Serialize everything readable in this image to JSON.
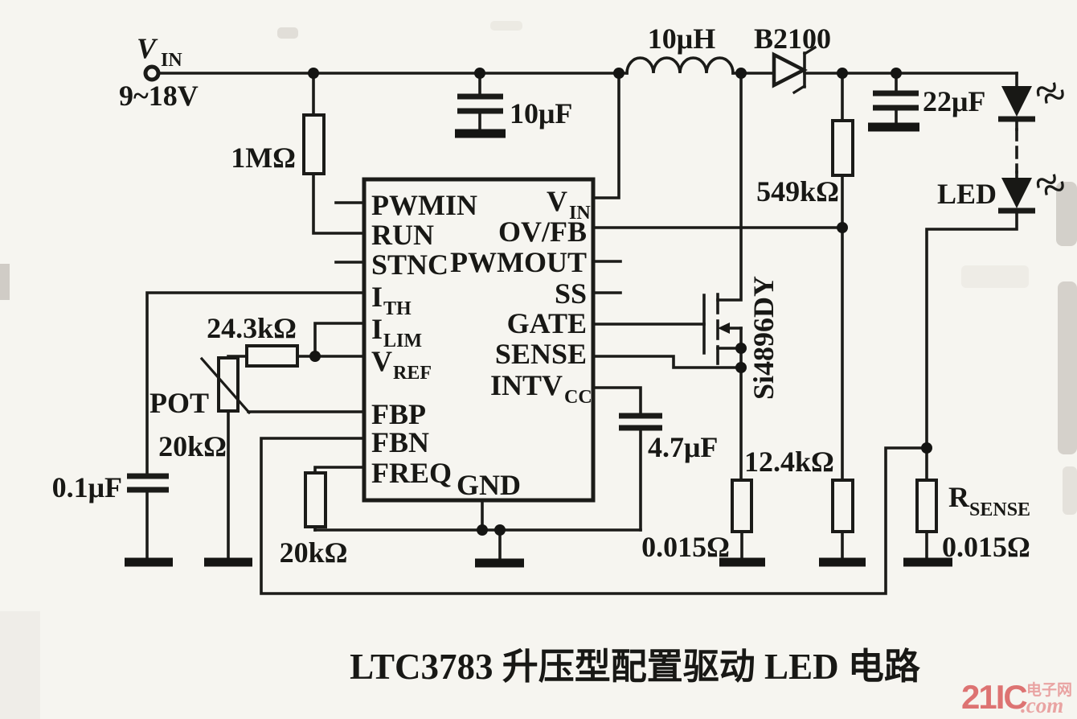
{
  "figure": {
    "caption": "LTC3783 升压型配置驱动 LED 电路"
  },
  "watermark": {
    "brand": "21IC",
    "site": "电子网",
    "tld": ".com"
  },
  "colors": {
    "line": "#1b1b18",
    "paper": "#f6f5f0",
    "watermark": "#dd7372"
  },
  "input": {
    "symbol": "V",
    "symbol_sub": "IN",
    "range": "9~18V"
  },
  "components": {
    "r_input": "1MΩ",
    "c_input": "10μF",
    "inductor": "10μH",
    "diode": "B2100",
    "c_output": "22μF",
    "r_ovfb_top": "549kΩ",
    "led": "LED",
    "r_ilim": "24.3kΩ",
    "pot_name": "POT",
    "pot_value": "20kΩ",
    "c_ith": "0.1μF",
    "r_freq": "20kΩ",
    "c_intvcc": "4.7μF",
    "mosfet": "Si4896DY",
    "r_ovfb_bottom": "12.4kΩ",
    "r_source": "0.015Ω",
    "r_sense": {
      "symbol": "R",
      "symbol_sub": "SENSE",
      "value": "0.015Ω"
    }
  },
  "ic": {
    "pins_left": [
      {
        "main": "PWMIN",
        "sub": ""
      },
      {
        "main": "RUN",
        "sub": ""
      },
      {
        "main": "STNC",
        "sub": ""
      },
      {
        "main": "I",
        "sub": "TH"
      },
      {
        "main": "I",
        "sub": "LIM"
      },
      {
        "main": "V",
        "sub": "REF"
      },
      {
        "main": "FBP",
        "sub": ""
      },
      {
        "main": "FBN",
        "sub": ""
      },
      {
        "main": "FREQ",
        "sub": ""
      }
    ],
    "pins_right": [
      {
        "main": "V",
        "sub": "IN"
      },
      {
        "main": "OV/FB",
        "sub": ""
      },
      {
        "main": "PWMOUT",
        "sub": ""
      },
      {
        "main": "SS",
        "sub": ""
      },
      {
        "main": "GATE",
        "sub": ""
      },
      {
        "main": "SENSE",
        "sub": ""
      },
      {
        "main": "INTV",
        "sub": "CC"
      }
    ],
    "pin_bottom": {
      "main": "GND"
    }
  }
}
